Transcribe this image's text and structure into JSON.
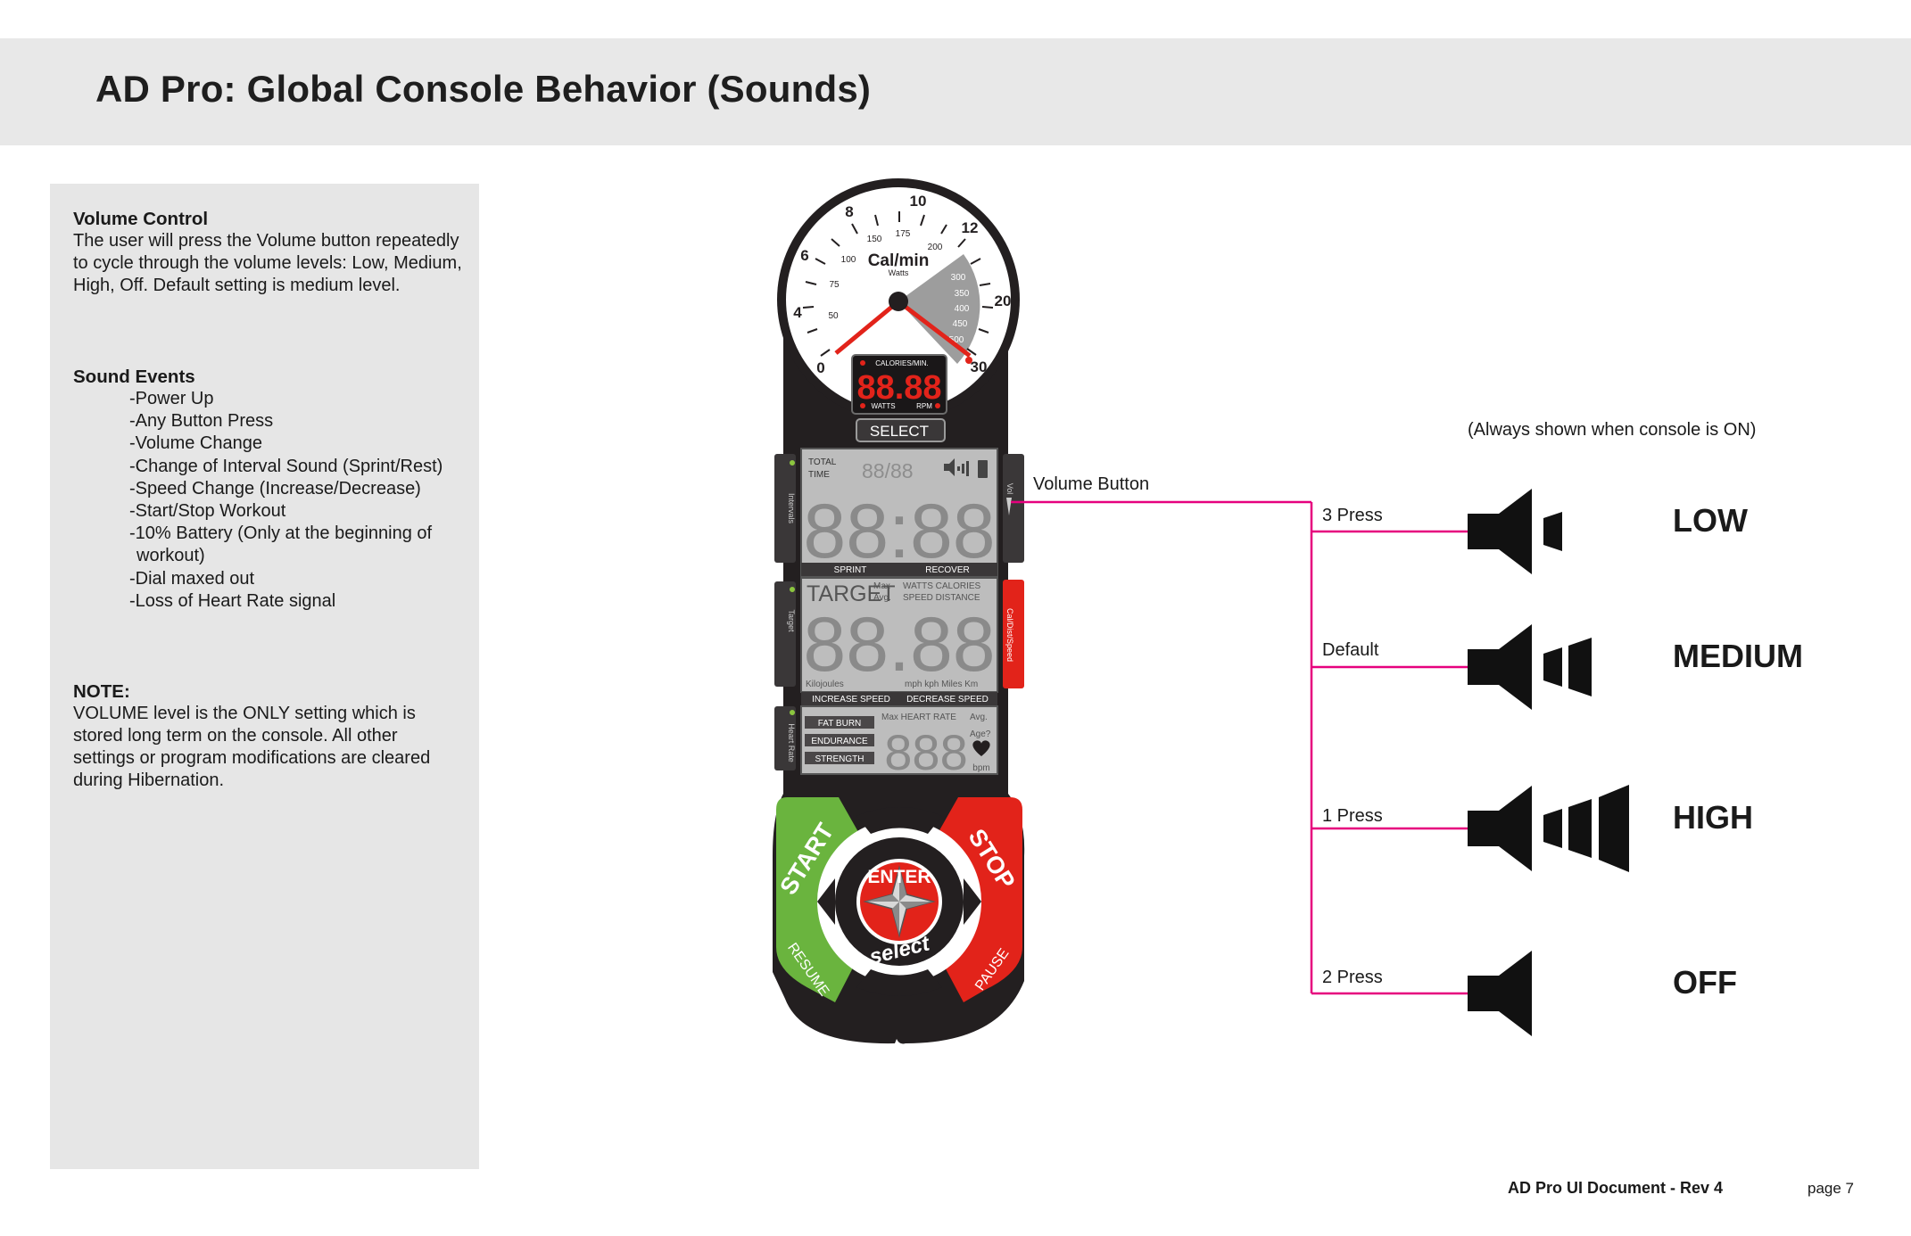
{
  "title": "AD Pro:  Global Console Behavior (Sounds)",
  "panel": {
    "volume_control": {
      "heading": "Volume Control",
      "lines": [
        "The user will press the Volume button repeatedly",
        "to cycle through the volume levels: Low, Medium,",
        "High, Off. Default setting is medium level."
      ]
    },
    "sound_events": {
      "heading": "Sound Events",
      "items": [
        "-Power Up",
        "-Any Button Press",
        "-Volume Change",
        "-Change of Interval Sound (Sprint/Rest)",
        "-Speed Change (Increase/Decrease)",
        "-Start/Stop Workout",
        "-10% Battery (Only at the beginning of",
        "workout)",
        "-Dial maxed out",
        "-Loss of Heart Rate signal"
      ]
    },
    "note": {
      "heading": "NOTE:",
      "lines": [
        "VOLUME level is the ONLY setting which is",
        "stored long term on the console. All other",
        "settings or program modifications are cleared",
        "during Hibernation."
      ]
    }
  },
  "console": {
    "gauge_outer": [
      "0",
      "4",
      "6",
      "8",
      "10",
      "12",
      "20",
      "30"
    ],
    "gauge_inner": [
      "50",
      "75",
      "100",
      "150",
      "175",
      "200",
      "300",
      "350",
      "400",
      "450",
      "500"
    ],
    "gauge_label": "Cal/min",
    "gauge_sublabel": "Watts",
    "readout_top": "CALORIES/MIN.",
    "readout_digits": "88.88",
    "readout_left": "WATTS",
    "readout_right": "RPM",
    "select_label": "SELECT",
    "lcd1": {
      "total": "TOTAL",
      "time": "TIME",
      "small_digits": "88/88",
      "big_digits": "88:88",
      "sprint": "SPRINT",
      "recover": "RECOVER",
      "side_left": "Intervals",
      "side_right": "Vol"
    },
    "lcd2": {
      "target": "TARGET",
      "max": "Max",
      "avg": "Avg.",
      "watts_calories": "WATTS CALORIES",
      "speed_distance": "SPEED  DISTANCE",
      "big_digits": "88.88",
      "kilojoules": "Kilojoules",
      "units": "mph  kph Miles Km",
      "increase": "INCREASE SPEED",
      "decrease": "DECREASE SPEED",
      "side_left": "Target",
      "side_right": "Cal/Dist/Speed"
    },
    "lcd3": {
      "fat_burn": "FAT BURN",
      "endurance": "ENDURANCE",
      "strength": "STRENGTH",
      "max_hr": "Max HEART RATE",
      "avg": "Avg.",
      "age": "Age?",
      "digits": "888",
      "bpm": "bpm",
      "side_left": "Heart Rate"
    },
    "start": "START",
    "stop": "STOP",
    "resume": "RESUME",
    "pause": "PAUSE",
    "enter": "ENTER",
    "select_script": "select"
  },
  "volume_button_label": "Volume Button",
  "always_shown_note": "(Always shown when console is ON)",
  "levels": [
    {
      "press": "3 Press",
      "name": "LOW",
      "bars": 1
    },
    {
      "press": "Default",
      "name": "MEDIUM",
      "bars": 2
    },
    {
      "press": "1 Press",
      "name": "HIGH",
      "bars": 3
    },
    {
      "press": "2 Press",
      "name": "OFF",
      "bars": 0
    }
  ],
  "colors": {
    "connector": "#e6007e",
    "console_body": "#231f20",
    "start_green": "#6ab43e",
    "stop_red": "#e2231a",
    "lcd_bg": "#b9b9b9",
    "panel_bg": "#e6e6e6"
  },
  "footer": {
    "doc": "AD Pro UI Document - Rev 4",
    "page": "page 7"
  }
}
